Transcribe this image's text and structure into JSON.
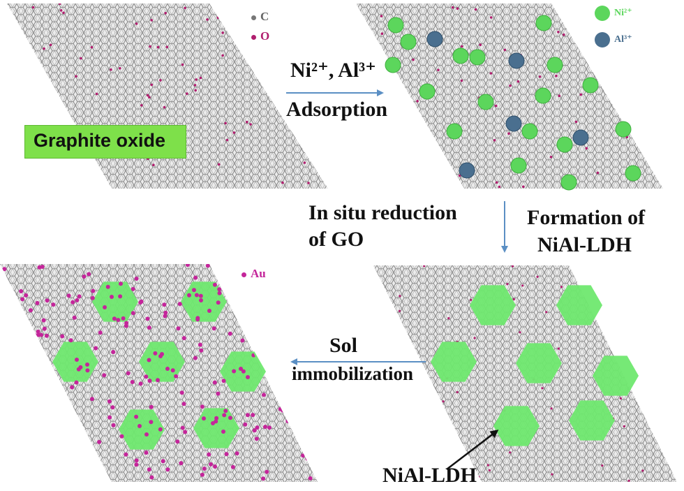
{
  "labels": {
    "graphite_oxide": "Graphite oxide",
    "ions_line1": "Ni²⁺, Al³⁺",
    "adsorption": "Adsorption",
    "in_situ_line1": "In situ reduction",
    "in_situ_line2": "of GO",
    "formation_line1": "Formation of",
    "formation_line2": "NiAl-LDH",
    "sol_line1": "Sol",
    "sol_line2": "immobilization",
    "nial_ldh": "NiAl-LDH"
  },
  "legend": {
    "c": "C",
    "o": "O",
    "ni": "Ni²⁺",
    "al": "Al³⁺",
    "au": "Au"
  },
  "colors": {
    "lattice": "#8a8a8a",
    "oxygen": "#b01e6e",
    "gold": "#c4259a",
    "ni_ion": "#5cd65c",
    "al_ion": "#4a6f8f",
    "ldh": "#6fe86f",
    "arrow": "#5b8fc4",
    "label_box": "#7ee04a"
  }
}
